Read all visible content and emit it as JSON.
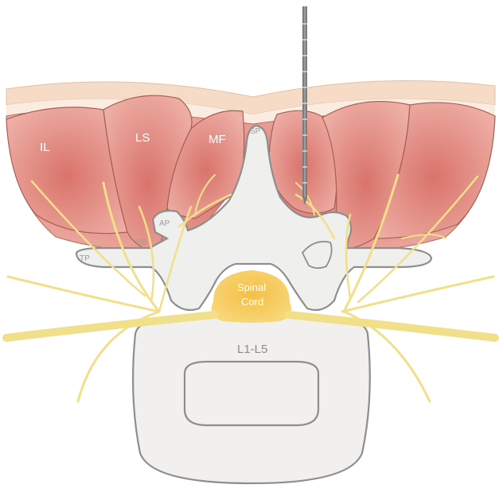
{
  "labels": {
    "il": "IL",
    "ls": "LS",
    "mf": "MF",
    "sp": "SP",
    "ap": "AP",
    "mb": "MB",
    "tp": "TP",
    "spinal_line1": "Spinal",
    "spinal_line2": "Cord",
    "vertebra": "L1-L5"
  },
  "colors": {
    "muscle": "#e89a8f",
    "skin": "#f6dcc6",
    "nerve": "#f1df8a",
    "spinal_cord": "#f5c24d",
    "bone": "#efefee",
    "bone_outline": "#8e8e8e",
    "needle": "#7c7c7c"
  }
}
